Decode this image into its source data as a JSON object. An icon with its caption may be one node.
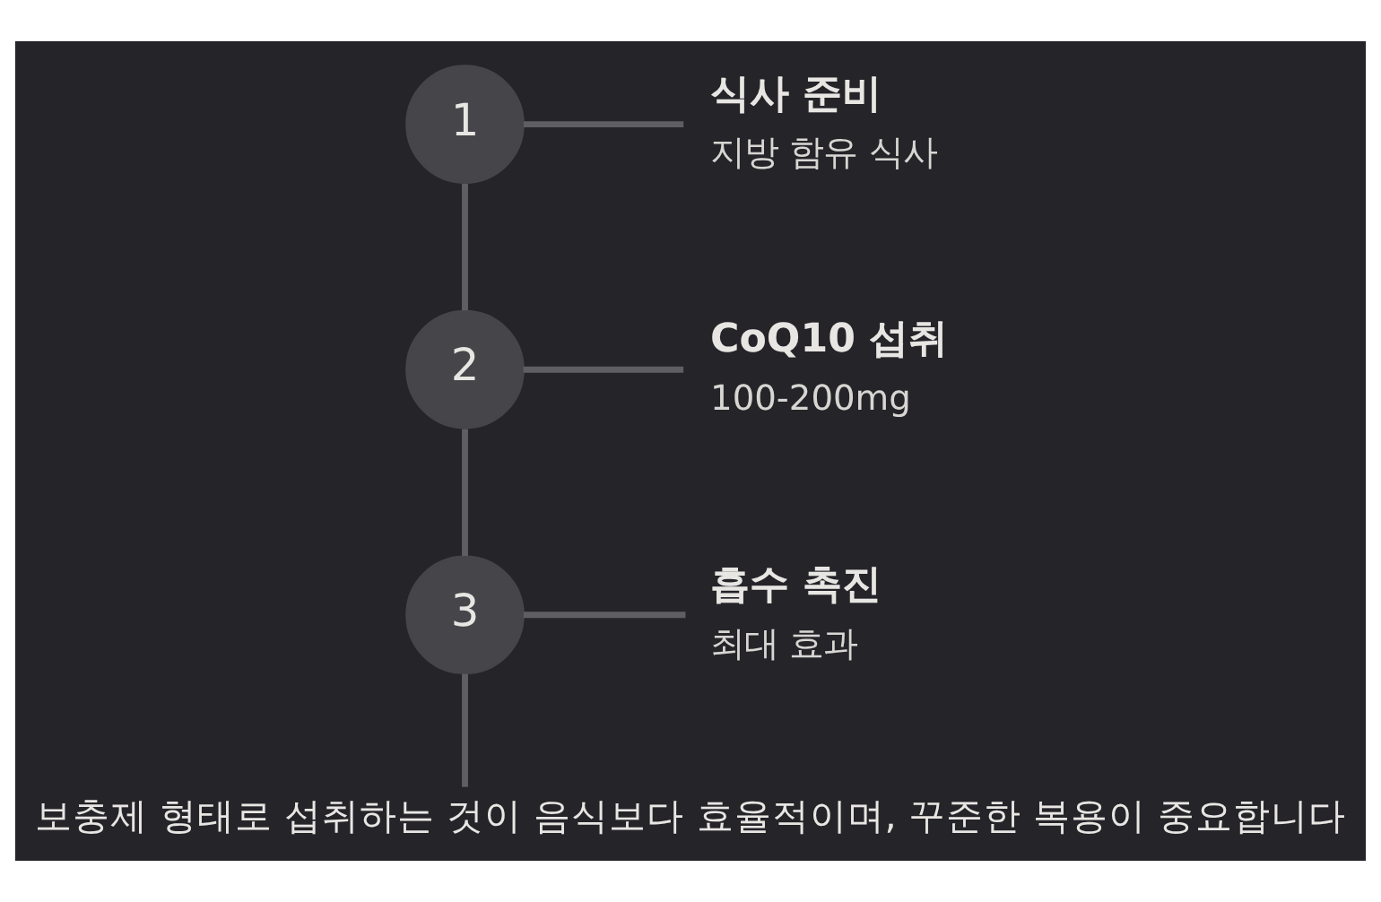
{
  "diagram": {
    "caption": "보충제 형태로 섭취하는 것이 음식보다 효율적이며, 꾸준한 복용이 중요합니다",
    "nodes": [
      {
        "text": [
          "1"
        ]
      },
      {
        "text": [
          "식사 준비",
          "지방 함유 식사"
        ]
      },
      {
        "text": [
          "2"
        ]
      },
      {
        "text": [
          "CoQ10 섭취",
          "100-200mg"
        ]
      },
      {
        "text": [
          "3"
        ]
      },
      {
        "text": [
          "흡수 촉진",
          "최대 효과"
        ]
      }
    ],
    "edges": [
      {
        "from": 0,
        "to": 1,
        "arrow": "none"
      },
      {
        "from": 0,
        "to": 2,
        "arrow": "none"
      },
      {
        "from": 2,
        "to": 3,
        "arrow": "none"
      },
      {
        "from": 2,
        "to": 4,
        "arrow": "none"
      },
      {
        "from": 4,
        "to": 5,
        "arrow": "none"
      },
      {
        "from": 4,
        "to": null,
        "arrow": "none"
      }
    ]
  }
}
